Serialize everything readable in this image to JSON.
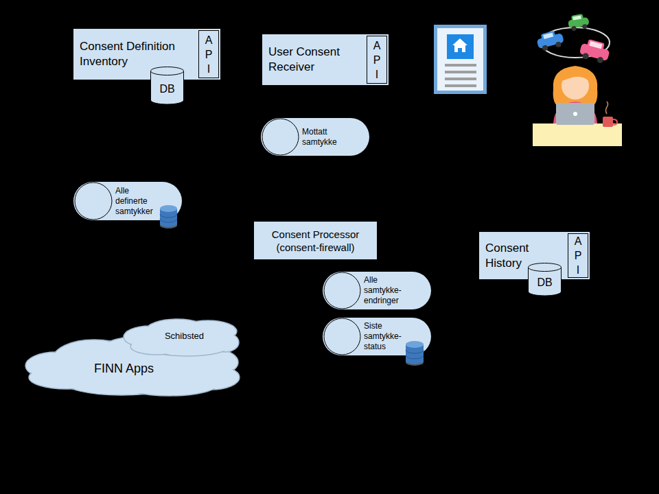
{
  "diagram": {
    "nodes": [
      {
        "text": [
          "Consent Definition Inventory"
        ]
      },
      {
        "text": [
          "A P I"
        ],
        "in": 0
      },
      {
        "text": [
          "DB"
        ],
        "in": 0
      },
      {
        "text": [
          "User Consent Receiver"
        ]
      },
      {
        "text": [
          "A P I"
        ],
        "in": 3
      },
      {
        "text": [
          "Mottatt samtykke"
        ]
      },
      {
        "text": [
          "Alle definerte samtykker"
        ]
      },
      {
        "text": [
          "Consent Processor (consent-firewall)"
        ]
      },
      {
        "text": [
          "Consent History"
        ]
      },
      {
        "text": [
          "A P I"
        ],
        "in": 8
      },
      {
        "text": [
          "DB"
        ],
        "in": 8
      },
      {
        "text": [
          "Alle samtykke- endringer"
        ]
      },
      {
        "text": [
          "Siste samtykke- status"
        ]
      },
      {
        "text": [
          "FINN Apps"
        ]
      },
      {
        "text": [
          "Schibsted"
        ],
        "in": 13
      }
    ]
  }
}
